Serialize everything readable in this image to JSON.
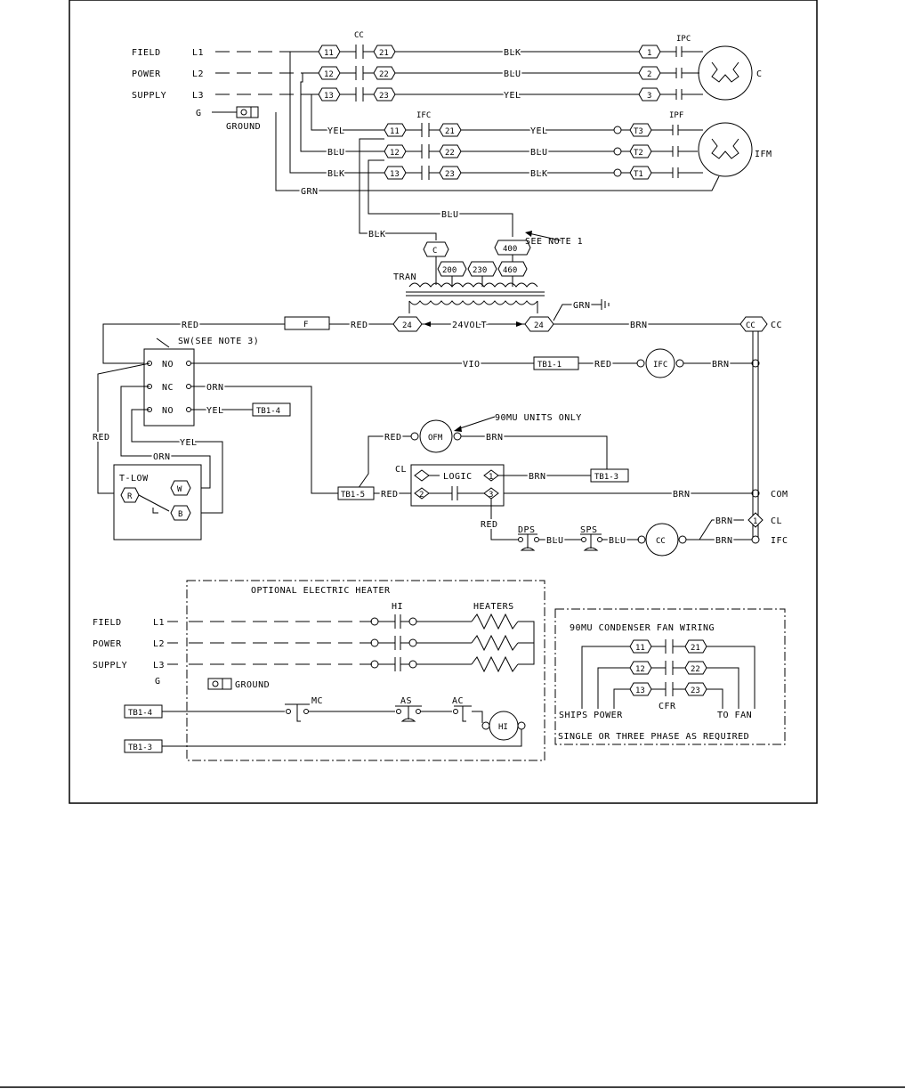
{
  "supply": {
    "field": "FIELD",
    "power": "POWER",
    "supply": "SUPPLY",
    "l1": "L1",
    "l2": "L2",
    "l3": "L3",
    "g": "G",
    "ground": "GROUND"
  },
  "contactor": {
    "cc": "CC",
    "t11": "11",
    "t12": "12",
    "t13": "13",
    "t21": "21",
    "t22": "22",
    "t23": "23"
  },
  "wires": {
    "blk": "BLK",
    "blu": "BLU",
    "yel": "YEL",
    "grn": "GRN",
    "red": "RED",
    "brn": "BRN",
    "vio": "VIO",
    "orn": "ORN"
  },
  "compressor": {
    "ipc": "IPC",
    "t1": "1",
    "t2": "2",
    "t3": "3",
    "label": "C"
  },
  "fan_motor": {
    "ifc": "IFC",
    "ipf": "IPF",
    "t1": "T1",
    "t2": "T2",
    "t3": "T3",
    "label": "IFM"
  },
  "transformer": {
    "tran": "TRAN",
    "c": "C",
    "v200": "200",
    "v230": "230",
    "v400": "400",
    "v460": "460",
    "t24": "24",
    "volt": "24VOLT",
    "fuse": "F",
    "see_note_1": "SEE NOTE 1"
  },
  "control": {
    "sw": "SW(SEE NOTE 3)",
    "no": "NO",
    "nc": "NC",
    "tb1_1": "TB1-1",
    "tb1_3": "TB1-3",
    "tb1_4": "TB1-4",
    "tb1_5": "TB1-5",
    "ifc": "IFC",
    "cc": "CC",
    "cc_term": "CC",
    "ofm": "OFM",
    "units_only": "90MU UNITS ONLY",
    "cl": "CL",
    "logic": "LOGIC",
    "com": "COM",
    "dps": "DPS",
    "sps": "SPS",
    "one": "1",
    "two": "2",
    "three": "3",
    "tlow": "T-LOW",
    "r": "R",
    "w": "W",
    "b": "B"
  },
  "heater": {
    "title": "OPTIONAL ELECTRIC HEATER",
    "field": "FIELD",
    "power": "POWER",
    "supply": "SUPPLY",
    "l1": "L1",
    "l2": "L2",
    "l3": "L3",
    "g": "G",
    "ground": "GROUND",
    "hi": "HI",
    "heaters": "HEATERS",
    "mc": "MC",
    "as": "AS",
    "ac": "AC",
    "tb1_4": "TB1-4",
    "tb1_3": "TB1-3"
  },
  "condenser": {
    "title": "90MU CONDENSER FAN WIRING",
    "t11": "11",
    "t12": "12",
    "t13": "13",
    "t21": "21",
    "t22": "22",
    "t23": "23",
    "cfr": "CFR",
    "ships": "SHIPS POWER",
    "to_fan": "TO FAN",
    "phase_note": "SINGLE OR THREE PHASE AS REQUIRED"
  }
}
